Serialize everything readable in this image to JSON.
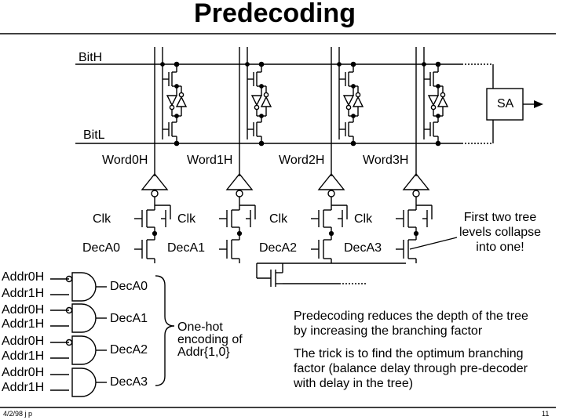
{
  "title": "Predecoding",
  "bitlines": {
    "high": "BitH",
    "low": "BitL"
  },
  "words": [
    "Word0H",
    "Word1H",
    "Word2H",
    "Word3H"
  ],
  "clk": "Clk",
  "dec_labels": [
    "DecA0",
    "DecA1",
    "DecA2",
    "DecA3"
  ],
  "sense_amp": "SA",
  "note_tree": "First two tree levels collapse into one!",
  "predecoder": {
    "inputs": [
      [
        "Addr0H",
        "Addr1H"
      ],
      [
        "Addr0H",
        "Addr1H"
      ],
      [
        "Addr0H",
        "Addr1H"
      ],
      [
        "Addr0H",
        "Addr1H"
      ]
    ],
    "outputs": [
      "DecA0",
      "DecA1",
      "DecA2",
      "DecA3"
    ]
  },
  "encoding_note": "One-hot encoding of Addr{1,0}",
  "paragraphs": [
    "Predecoding reduces the depth of the tree by increasing the branching factor",
    "The trick is to find the optimum branching factor (balance delay through pre-decoder with delay in the tree)"
  ],
  "footer": {
    "date": "4/2/98 j p",
    "page": "11"
  }
}
